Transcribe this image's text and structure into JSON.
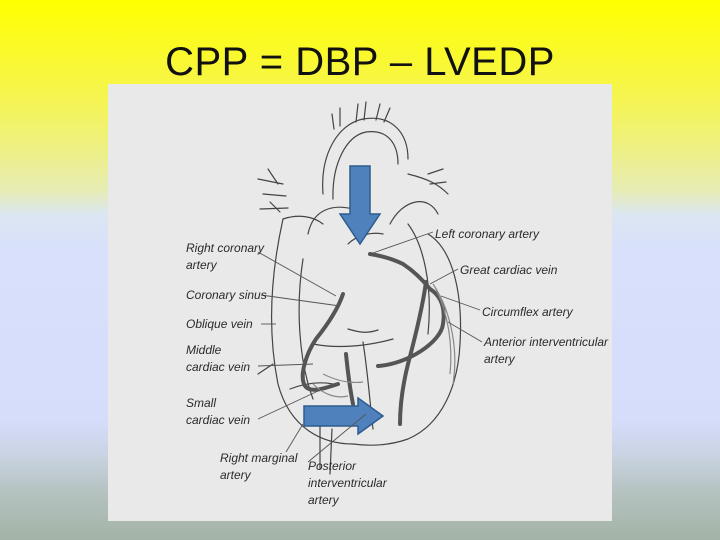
{
  "slide": {
    "title": "CPP = DBP – LVEDP"
  },
  "diagram": {
    "labels": {
      "right_coronary_artery": [
        "Right coronary",
        "artery"
      ],
      "coronary_sinus": [
        "Coronary sinus"
      ],
      "oblique_vein": [
        "Oblique vein"
      ],
      "middle_cardiac_vein": [
        "Middle",
        "cardiac vein"
      ],
      "small_cardiac_vein": [
        "Small",
        "cardiac vein"
      ],
      "right_marginal_artery": [
        "Right marginal",
        "artery"
      ],
      "posterior_interventricular_artery": [
        "Posterior",
        "interventricular",
        "artery"
      ],
      "left_coronary_artery": [
        "Left coronary artery"
      ],
      "great_cardiac_vein": [
        "Great cardiac vein"
      ],
      "circumflex_artery": [
        "Circumflex artery"
      ],
      "anterior_interventricular_artery": [
        "Anterior interventricular",
        "artery"
      ]
    },
    "colors": {
      "arrow_fill": "#4f81bd",
      "arrow_stroke": "#2e5c8f",
      "vessel": "#555555",
      "outline": "#444444"
    }
  }
}
